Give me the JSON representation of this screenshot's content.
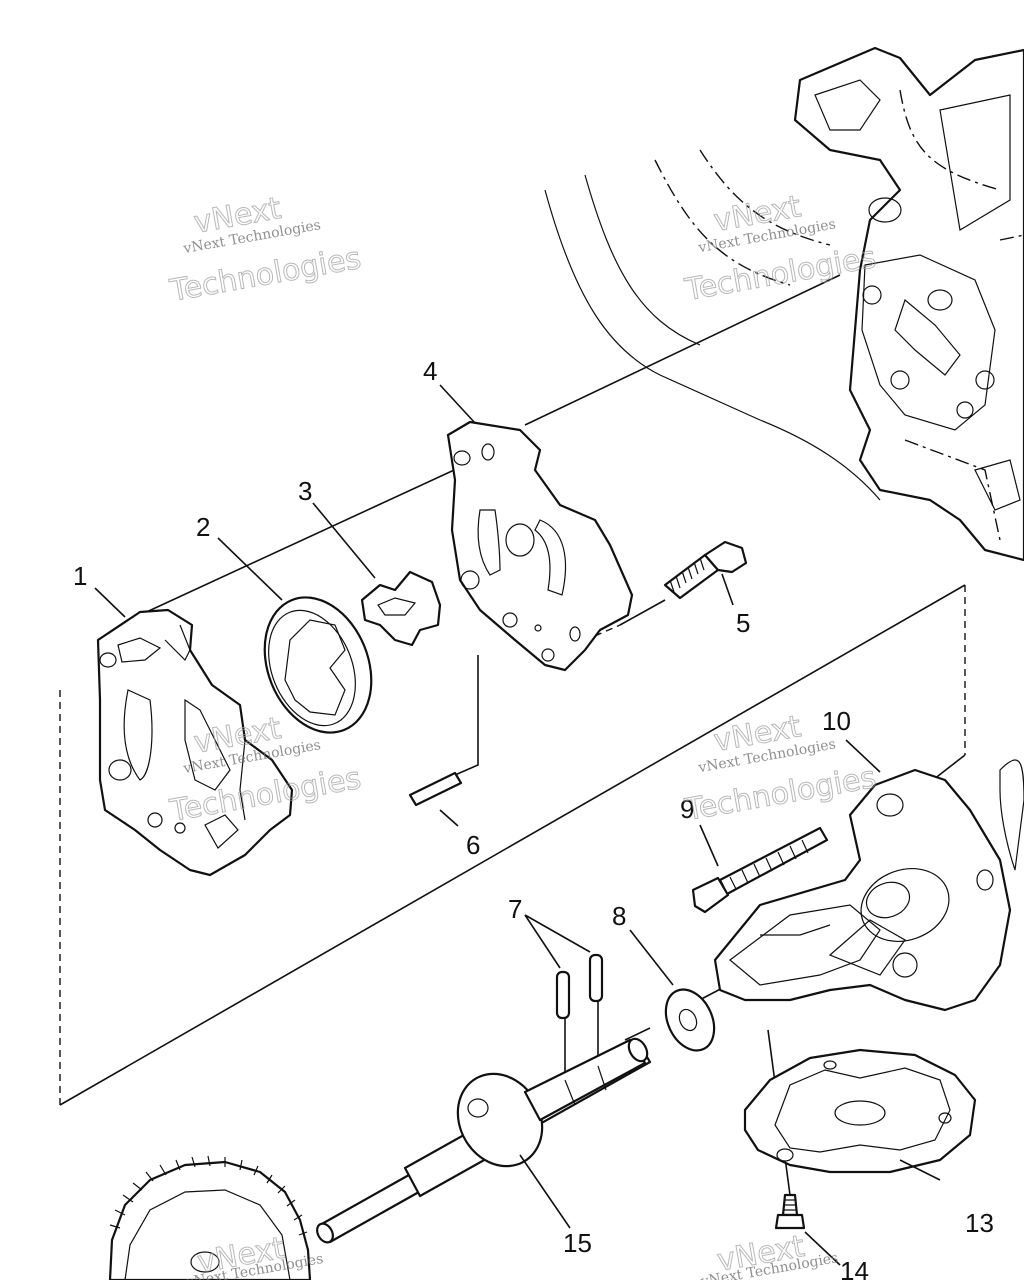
{
  "diagram": {
    "callouts": [
      {
        "id": "c1",
        "text": "1"
      },
      {
        "id": "c2",
        "text": "2"
      },
      {
        "id": "c3",
        "text": "3"
      },
      {
        "id": "c4",
        "text": "4"
      },
      {
        "id": "c5",
        "text": "5"
      },
      {
        "id": "c6",
        "text": "6"
      },
      {
        "id": "c7",
        "text": "7"
      },
      {
        "id": "c8",
        "text": "8"
      },
      {
        "id": "c9",
        "text": "9"
      },
      {
        "id": "c10",
        "text": "10"
      },
      {
        "id": "c13",
        "text": "13"
      },
      {
        "id": "c14",
        "text": "14"
      },
      {
        "id": "c15",
        "text": "15"
      }
    ]
  },
  "watermark": {
    "small": "vNext Technologies",
    "line1": "vNext",
    "line2": "Technologies"
  }
}
